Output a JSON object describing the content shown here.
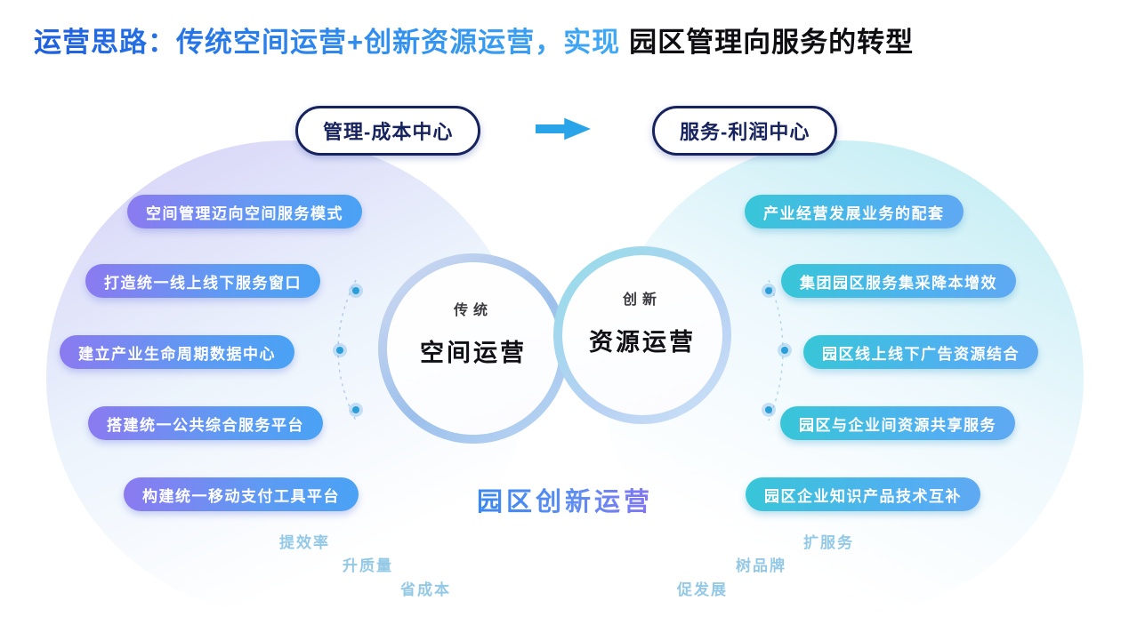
{
  "title": {
    "highlight": "运营思路：传统空间运营+创新资源运营，实现",
    "rest": "园区管理向服务的转型"
  },
  "flow": {
    "from": "管理-成本中心",
    "to": "服务-利润中心"
  },
  "center": {
    "left_tag": "传统",
    "left_title": "空间运营",
    "right_tag": "创新",
    "right_title": "资源运营",
    "caption": "园区创新运营"
  },
  "left_items": [
    "空间管理迈向空间服务模式",
    "打造统一线上线下服务窗口",
    "建立产业生命周期数据中心",
    "搭建统一公共综合服务平台",
    "构建统一移动支付工具平台"
  ],
  "right_items": [
    "产业经营发展业务的配套",
    "集团园区服务集采降本增效",
    "园区线上线下广告资源结合",
    "园区与企业间资源共享服务",
    "园区企业知识产品技术互补"
  ],
  "bottom_labels": [
    "提效率",
    "升质量",
    "省成本",
    "促发展",
    "树品牌",
    "扩服务"
  ],
  "colors": {
    "title_gradient_start": "#1e5fe0",
    "title_gradient_end": "#3fa9f4",
    "flow_pill_border": "#17235e",
    "arrow_blue": "#2aa4e9",
    "left_pill_gradient": [
      "#8b7af0",
      "#4aa2f4"
    ],
    "right_pill_gradient": [
      "#38c6d8",
      "#5fa9f2"
    ],
    "caption_gradient": [
      "#2f86ef",
      "#8f6df2"
    ],
    "bottom_label_blue": "#93c8e6"
  }
}
